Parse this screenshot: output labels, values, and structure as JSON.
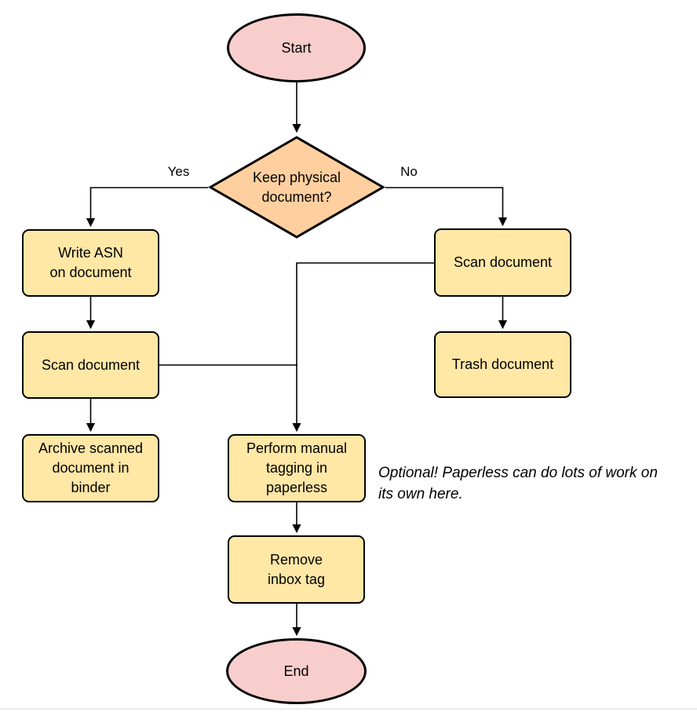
{
  "nodes": {
    "start": {
      "label": "Start"
    },
    "decision": {
      "label": "Keep physical\ndocument?"
    },
    "write_asn": {
      "label": "Write ASN\non document"
    },
    "scan_left": {
      "label": "Scan document"
    },
    "archive": {
      "label": "Archive scanned\ndocument in\nbinder"
    },
    "scan_right": {
      "label": "Scan document"
    },
    "trash": {
      "label": "Trash document"
    },
    "perform_tagging": {
      "label": "Perform manual\ntagging in\npaperless"
    },
    "remove_inbox_tag": {
      "label": "Remove\ninbox tag"
    },
    "end": {
      "label": "End"
    }
  },
  "edges": {
    "yes_label": "Yes",
    "no_label": "No"
  },
  "annotations": {
    "optional_note": "Optional! Paperless can do lots of work on\nits own here."
  },
  "colors": {
    "terminator_fill": "#f8cecc",
    "decision_fill": "#ffcf9f",
    "process_fill": "#ffe7a6",
    "outline": "#000000"
  }
}
